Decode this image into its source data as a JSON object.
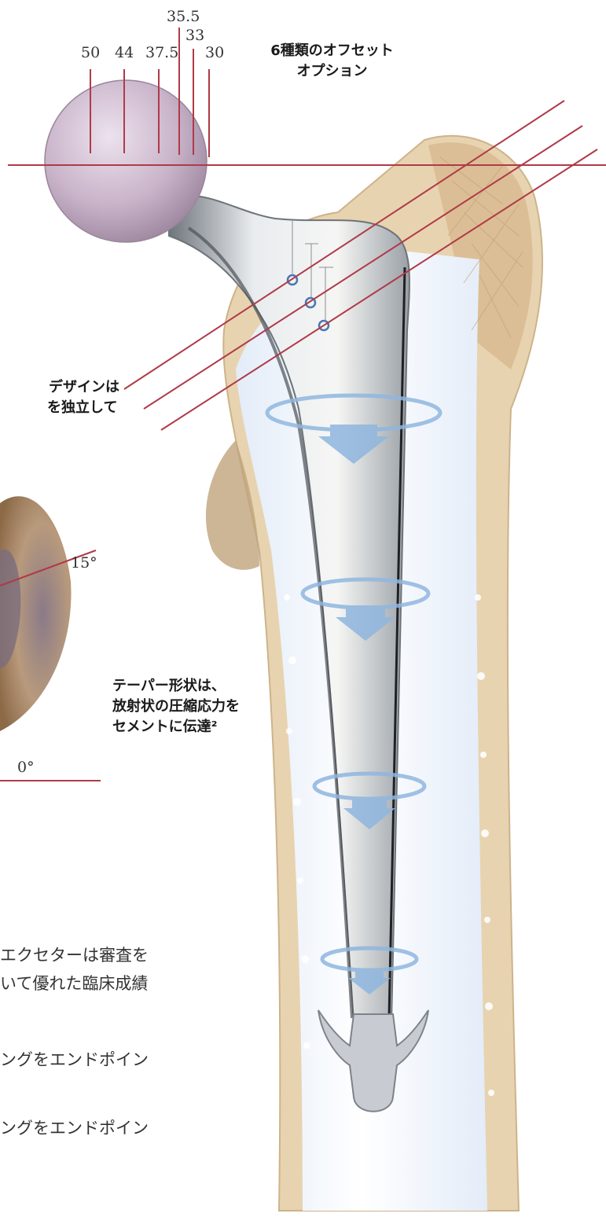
{
  "offsets": {
    "values": [
      "50",
      "44",
      "37.5",
      "35.5",
      "33",
      "30"
    ],
    "title_line1": "6種類のオフセット",
    "title_line2": "オプション"
  },
  "design_callout": {
    "line1": "デザインは",
    "line2": "を独立して"
  },
  "angles": {
    "top": "15°",
    "bottom": "0°"
  },
  "taper_callout": {
    "line1": "テーパー形状は、",
    "line2": "放射状の圧縮応力を",
    "line3": "セメントに伝達²"
  },
  "body_text": {
    "line1": "エクセターは審査を",
    "line2": "いて優れた臨床成績",
    "line3": "ングをエンドポイン",
    "line4": "ングをエンドポイン"
  },
  "colors": {
    "guide_line": "#b03a48",
    "bone": "#e8d3b0",
    "ball": "#c9b3c9",
    "stem": "#c7cbd1",
    "arrow": "#8fb6df"
  }
}
